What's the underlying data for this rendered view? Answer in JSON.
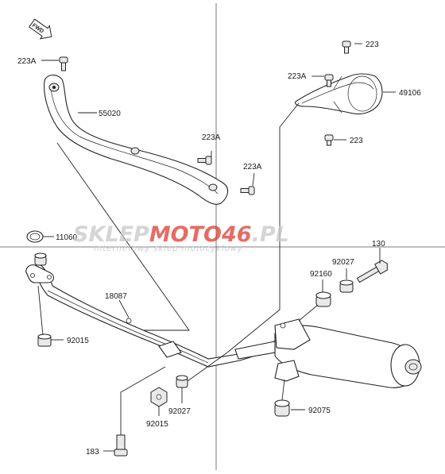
{
  "fwd_label": "FWD",
  "watermark": {
    "brand_a": "SKLEP",
    "brand_b": "MOTO",
    "brand_c": "46",
    "brand_d": ".PL",
    "tagline": "internetowy sklep motocyklowy",
    "colors": {
      "brand_light": "#c8c8c8",
      "brand_red": "#e03a2f",
      "tagline": "#bdbdbd"
    }
  },
  "callouts": [
    "223A",
    "55020",
    "223A",
    "223A",
    "223",
    "223A",
    "49106",
    "223",
    "11060",
    "18087",
    "92015",
    "92015",
    "183",
    "92027",
    "92027",
    "92160",
    "130",
    "92075"
  ]
}
